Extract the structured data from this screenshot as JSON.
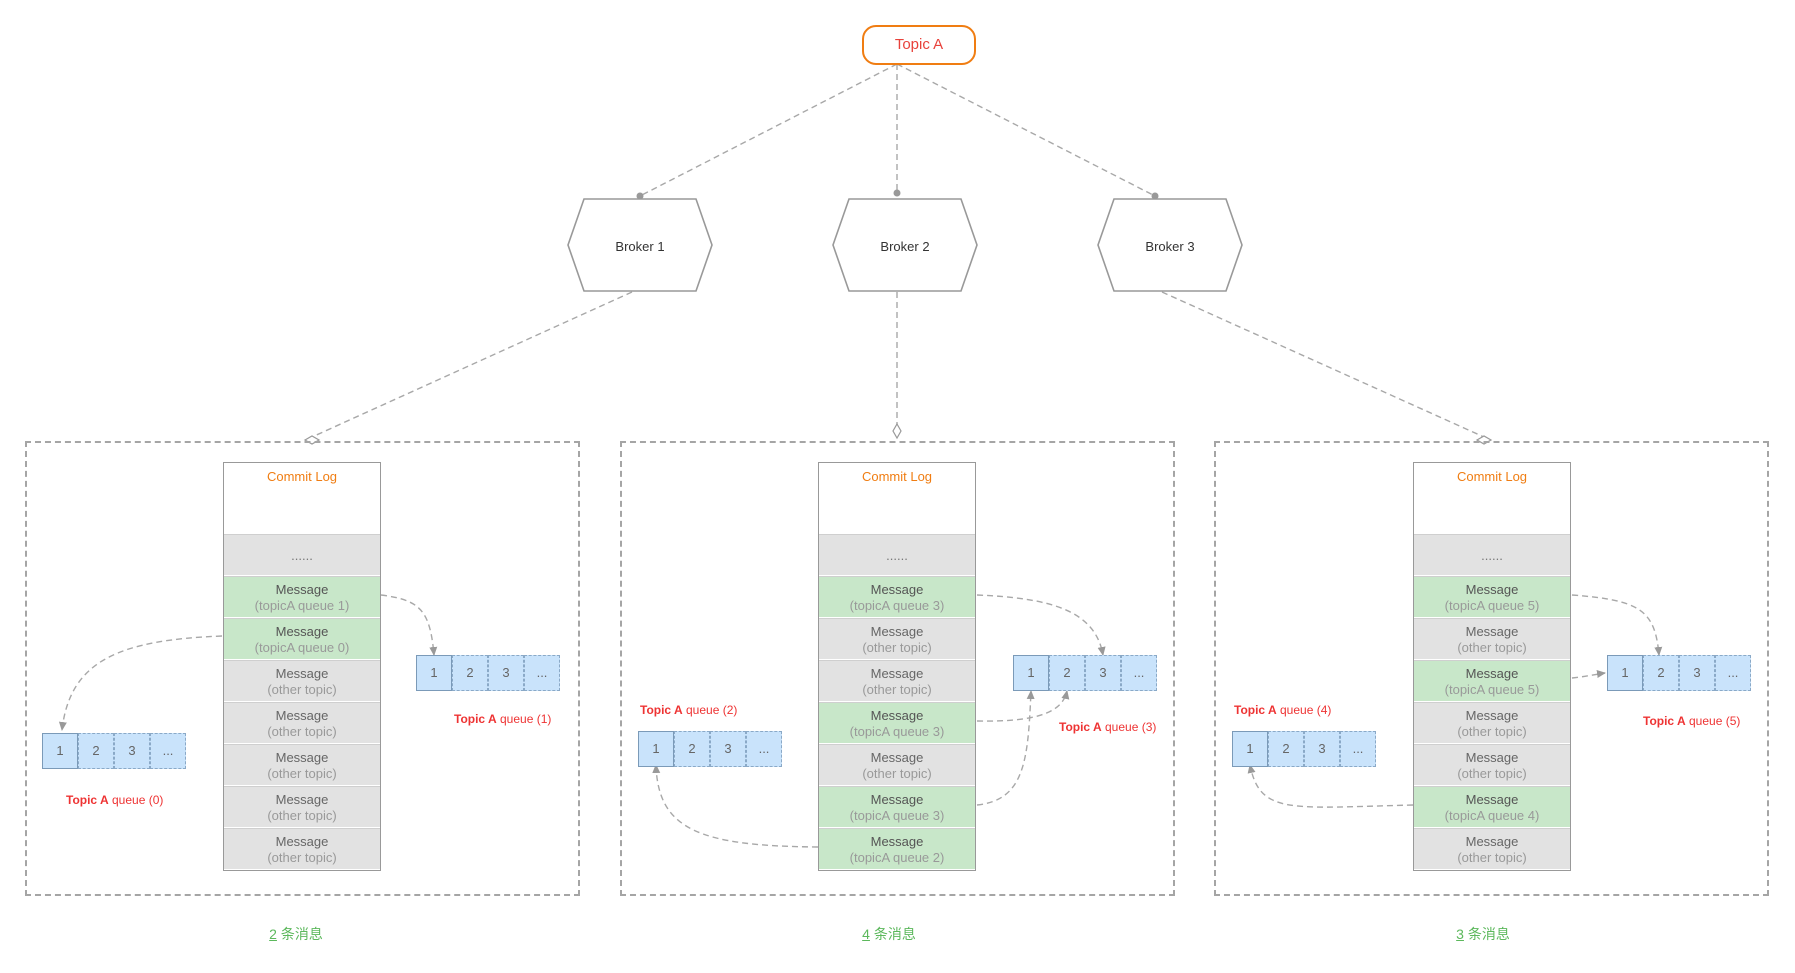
{
  "topic": {
    "label": "Topic A"
  },
  "brokers": [
    {
      "label": "Broker 1"
    },
    {
      "label": "Broker 2"
    },
    {
      "label": "Broker 3"
    }
  ],
  "commit_log_title": "Commit Log",
  "ellipsis_row": "......",
  "message_label": "Message",
  "panels": [
    {
      "rows": [
        "(topicA queue 1)",
        "(topicA queue 0)",
        "(other topic)",
        "(other topic)",
        "(other topic)",
        "(other topic)",
        "(other topic)"
      ],
      "highlight": [
        true,
        true,
        false,
        false,
        false,
        false,
        false
      ],
      "queues": [
        {
          "key": "Topic A",
          "rest": " queue (1)",
          "cells": [
            "1",
            "2",
            "3",
            "..."
          ]
        },
        {
          "key": "Topic A",
          "rest": " queue (0)",
          "cells": [
            "1",
            "2",
            "3",
            "..."
          ]
        }
      ],
      "count_num": "2",
      "count_text": "条消息"
    },
    {
      "rows": [
        "(topicA queue 3)",
        "(other topic)",
        "(other topic)",
        "(topicA queue 3)",
        "(other topic)",
        "(topicA queue 3)",
        "(topicA queue 2)"
      ],
      "highlight": [
        true,
        false,
        false,
        true,
        false,
        true,
        true
      ],
      "queues": [
        {
          "key": "Topic A",
          "rest": " queue (3)",
          "cells": [
            "1",
            "2",
            "3",
            "..."
          ]
        },
        {
          "key": "Topic A",
          "rest": " queue (2)",
          "cells": [
            "1",
            "2",
            "3",
            "..."
          ]
        }
      ],
      "count_num": "4",
      "count_text": "条消息"
    },
    {
      "rows": [
        "(topicA queue 5)",
        "(other topic)",
        "(topicA queue 5)",
        "(other topic)",
        "(other topic)",
        "(topicA queue 4)",
        "(other topic)"
      ],
      "highlight": [
        true,
        false,
        true,
        false,
        false,
        true,
        false
      ],
      "queues": [
        {
          "key": "Topic A",
          "rest": " queue (5)",
          "cells": [
            "1",
            "2",
            "3",
            "..."
          ]
        },
        {
          "key": "Topic A",
          "rest": " queue (4)",
          "cells": [
            "1",
            "2",
            "3",
            "..."
          ]
        }
      ],
      "count_num": "3",
      "count_text": "条消息"
    }
  ],
  "colors": {
    "topic_border": "#f07d12",
    "topic_text": "#e8423b",
    "highlight_row": "#c8e7c9",
    "queue_cell": "#c9e3fb",
    "count_text": "#5cb85c"
  }
}
